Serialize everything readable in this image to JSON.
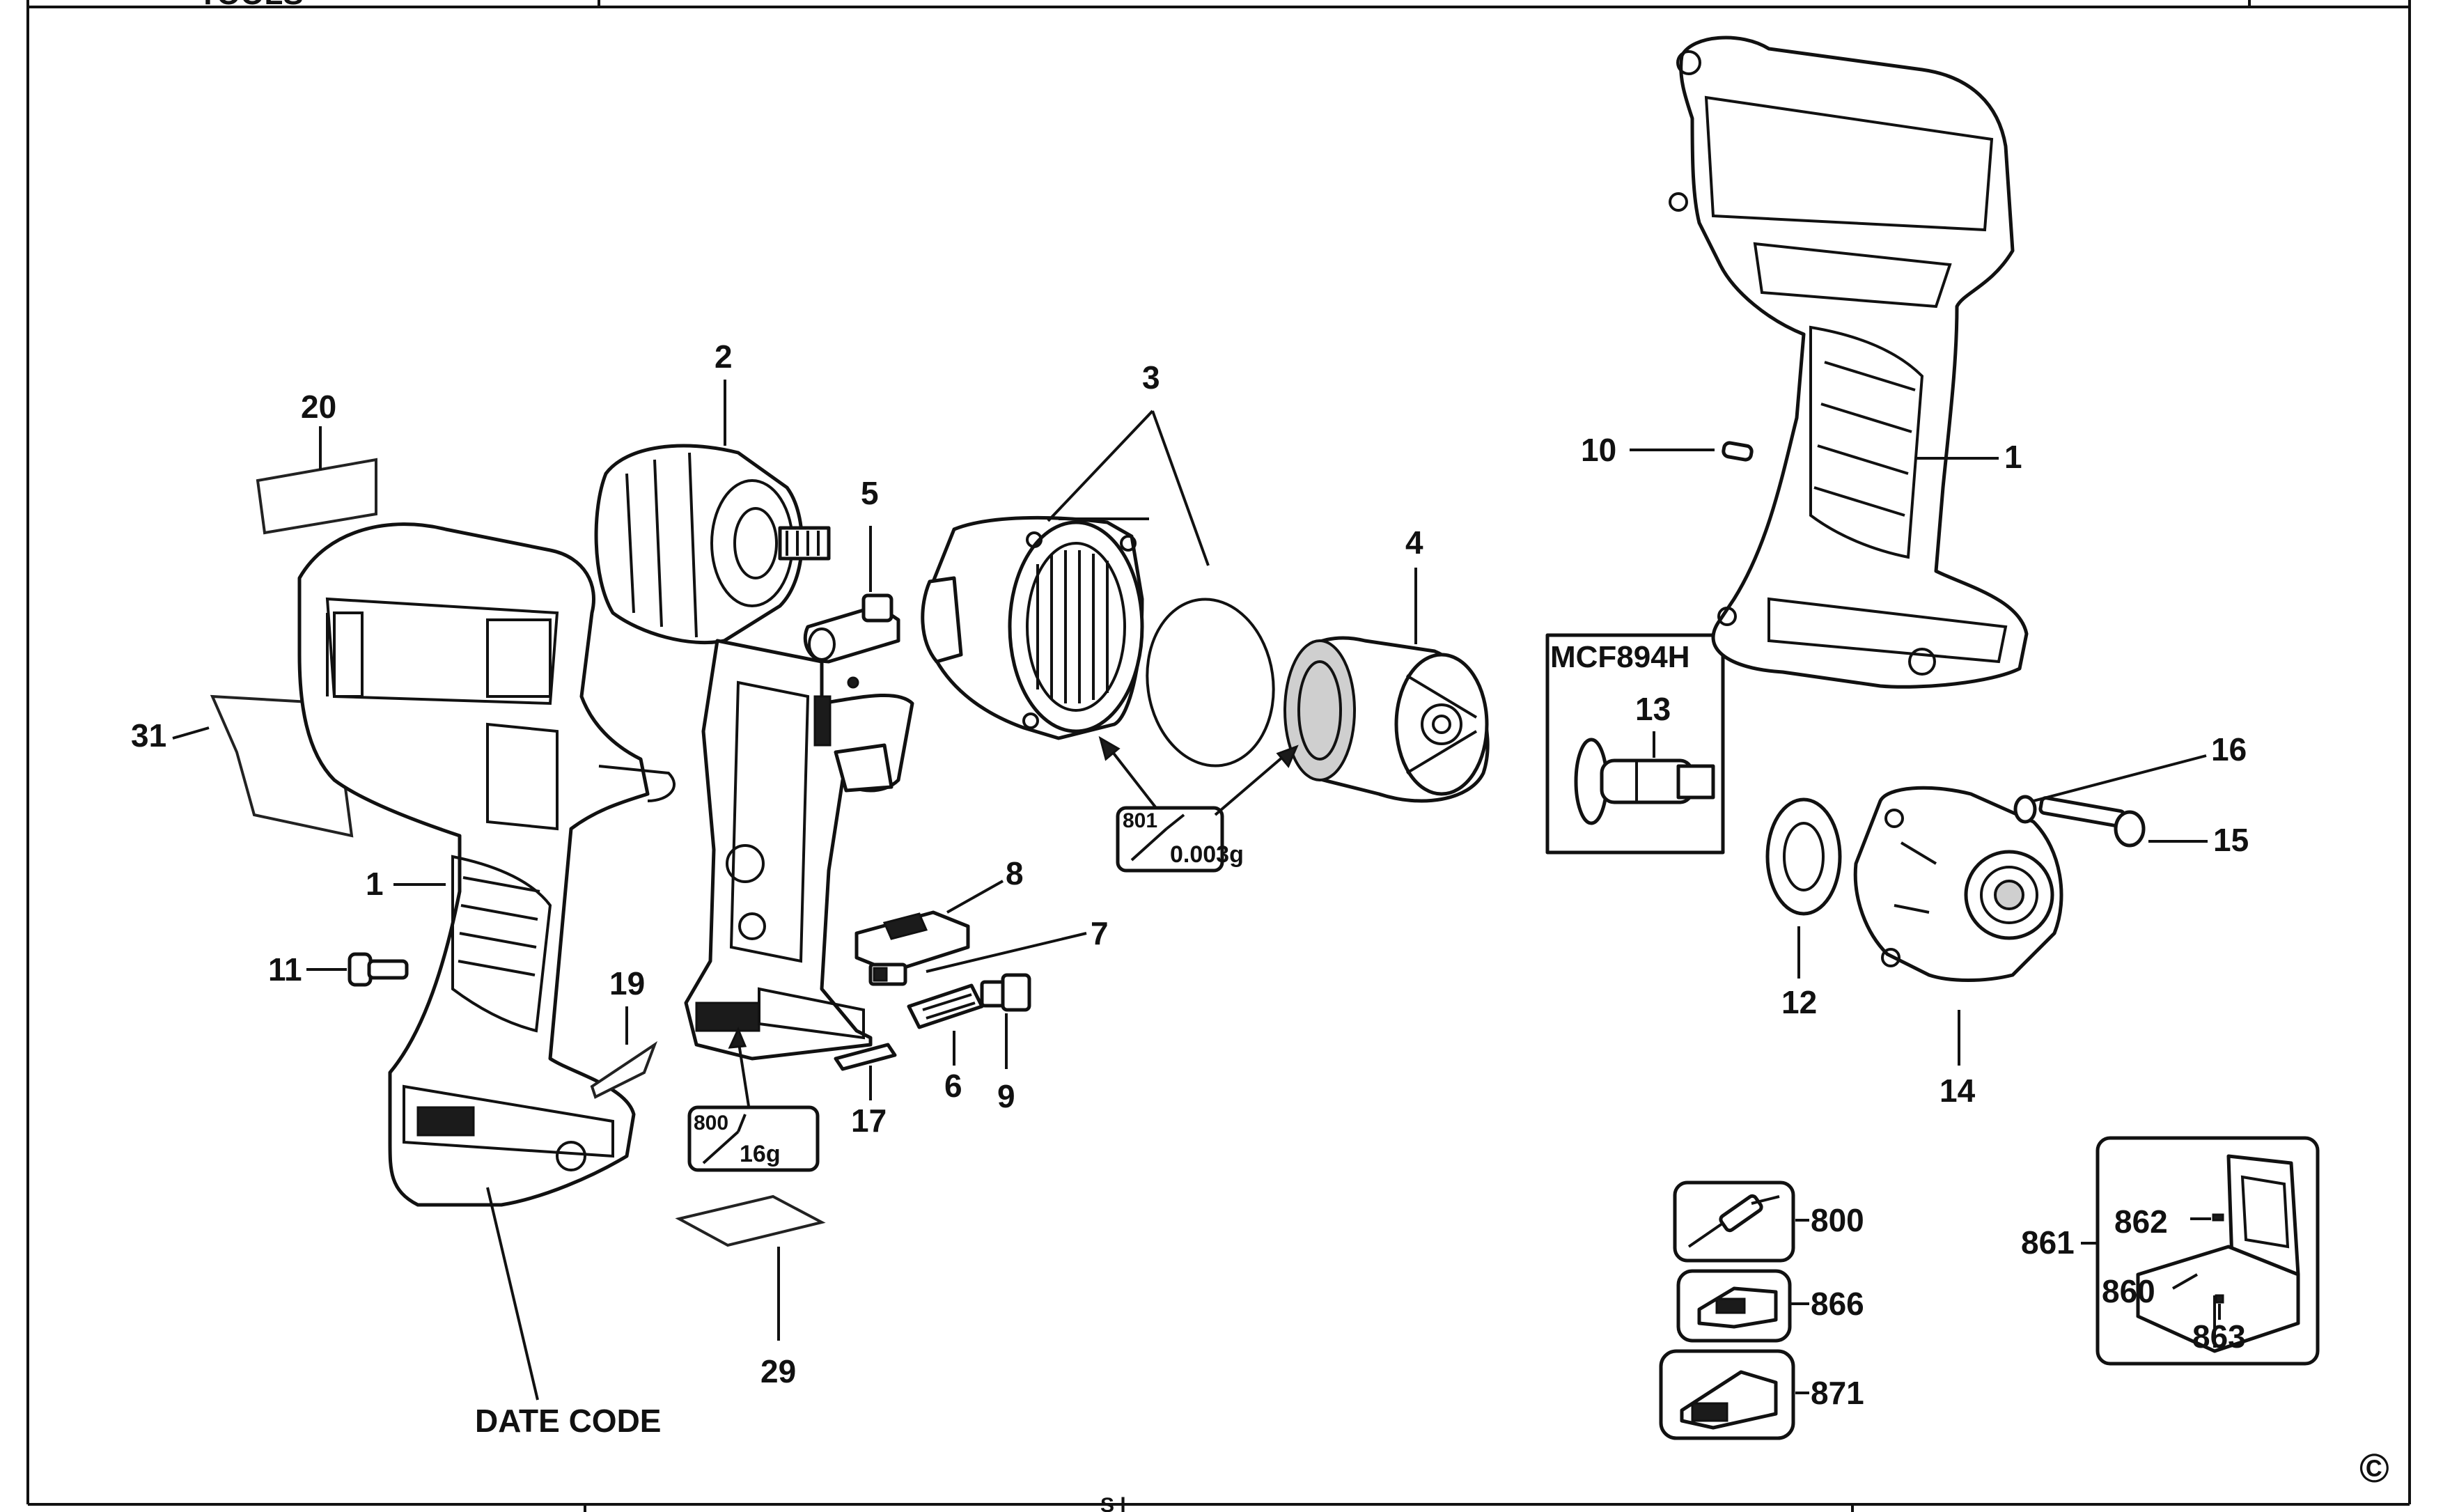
{
  "header": {
    "brand_fragment": "TOOLS"
  },
  "footer": {
    "center_fragment": "S l"
  },
  "copyright_symbol": "©",
  "kit_label": "MCF894H",
  "date_code_label": "DATE CODE",
  "grease_callouts": [
    {
      "number": "800",
      "amount": "16g"
    },
    {
      "number": "801",
      "amount": "0.003g"
    }
  ],
  "part_labels": {
    "p1_left": "1",
    "p1_right": "1",
    "p2": "2",
    "p3": "3",
    "p4": "4",
    "p5": "5",
    "p6": "6",
    "p7": "7",
    "p8": "8",
    "p9": "9",
    "p10": "10",
    "p11": "11",
    "p12": "12",
    "p13": "13",
    "p14": "14",
    "p15": "15",
    "p16": "16",
    "p17": "17",
    "p19": "19",
    "p20": "20",
    "p29": "29",
    "p31": "31",
    "p800": "800",
    "p860": "860",
    "p861": "861",
    "p862": "862",
    "p863": "863",
    "p866": "866",
    "p871": "871"
  }
}
